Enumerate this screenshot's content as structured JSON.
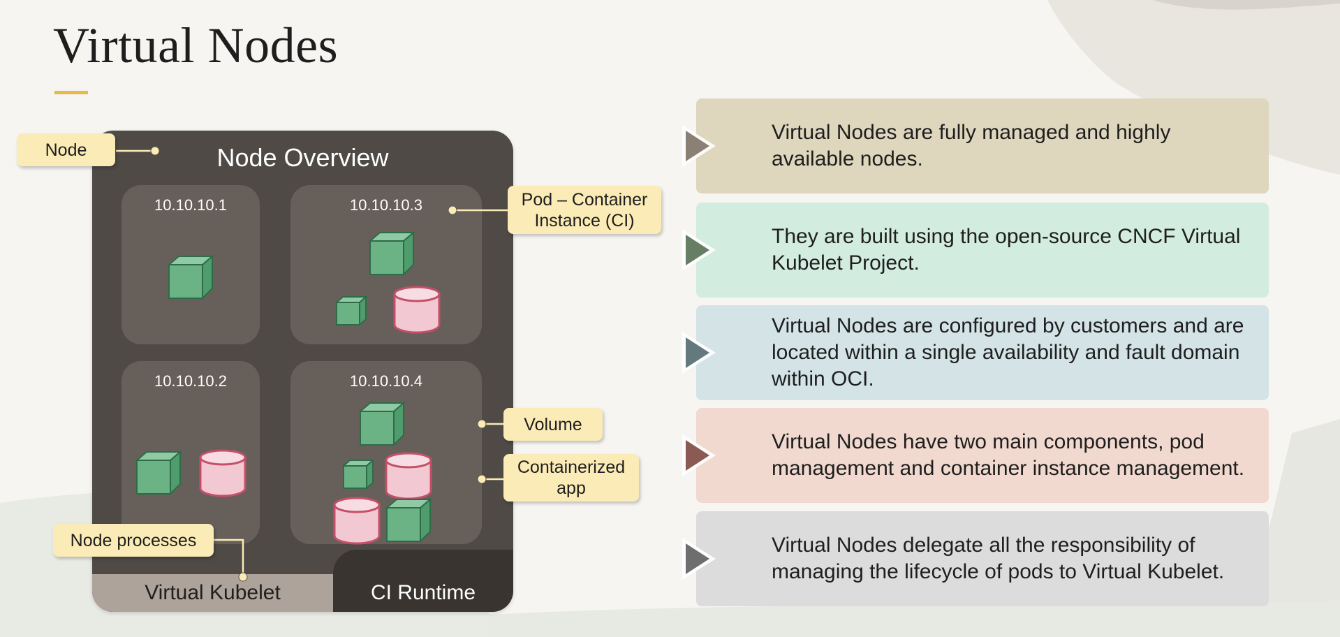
{
  "slide": {
    "title": "Virtual Nodes"
  },
  "diagram": {
    "panel_title": "Node Overview",
    "pods": [
      {
        "ip": "10.10.10.1"
      },
      {
        "ip": "10.10.10.3"
      },
      {
        "ip": "10.10.10.2"
      },
      {
        "ip": "10.10.10.4"
      }
    ],
    "bottom_left_label": "Virtual Kubelet",
    "bottom_right_label": "CI Runtime",
    "callouts": {
      "node": "Node",
      "pod": "Pod – Container Instance (CI)",
      "volume": "Volume",
      "app": "Containerized app",
      "processes": "Node processes"
    }
  },
  "points": [
    {
      "text": "Virtual Nodes are fully managed and highly available nodes.",
      "color": "#ded6bd",
      "arrow_color": "#8a8074"
    },
    {
      "text": "They are built using the open-source CNCF Virtual Kubelet Project.",
      "color": "#d3ece0",
      "arrow_color": "#667e63"
    },
    {
      "text": "Virtual Nodes are configured by customers and are located within a single availability and fault domain within OCI.",
      "color": "#d3e3e6",
      "arrow_color": "#64797e"
    },
    {
      "text": "Virtual Nodes have two main components, pod management and container instance management.",
      "color": "#f2d9cf",
      "arrow_color": "#8a5a53"
    },
    {
      "text": "Virtual Nodes delegate all the responsibility of managing the lifecycle of pods to Virtual Kubelet.",
      "color": "#dcdcdc",
      "arrow_color": "#6e6e6e"
    }
  ],
  "icons": {
    "container": "cube-icon",
    "volume": "cylinder-icon",
    "bullet": "triangle-arrow-icon"
  }
}
